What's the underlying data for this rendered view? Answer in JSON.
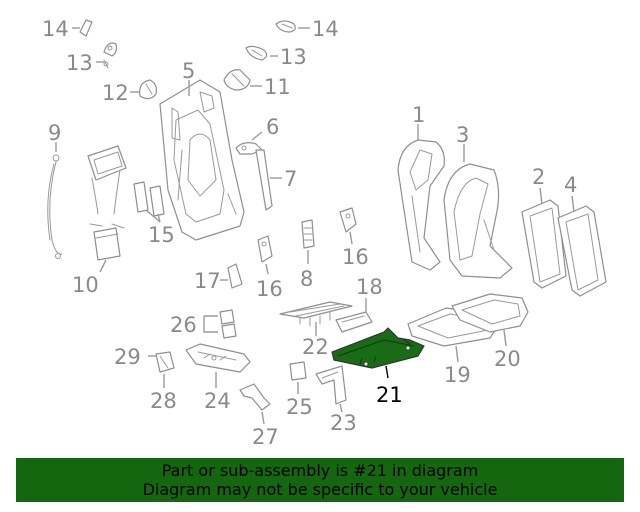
{
  "colors": {
    "highlight_part": "#1a6b16",
    "banner_background": "#15670f",
    "callout_text": "#8a8a8a",
    "highlight_text": "#000000"
  },
  "callouts": {
    "c1": "1",
    "c2": "2",
    "c3": "3",
    "c4": "4",
    "c5": "5",
    "c6": "6",
    "c7": "7",
    "c8": "8",
    "c9": "9",
    "c10": "10",
    "c11": "11",
    "c12": "12",
    "c13a": "13",
    "c13b": "13",
    "c14a": "14",
    "c14b": "14",
    "c15": "15",
    "c16a": "16",
    "c16b": "16",
    "c17": "17",
    "c18": "18",
    "c19": "19",
    "c20": "20",
    "c21": "21",
    "c22": "22",
    "c23": "23",
    "c24": "24",
    "c25": "25",
    "c26": "26",
    "c27": "27",
    "c28": "28",
    "c29": "29"
  },
  "highlighted_part": "21",
  "banner": {
    "line1": "Part or sub-assembly is #21 in diagram",
    "line2": "Diagram may not be specific to your vehicle"
  }
}
